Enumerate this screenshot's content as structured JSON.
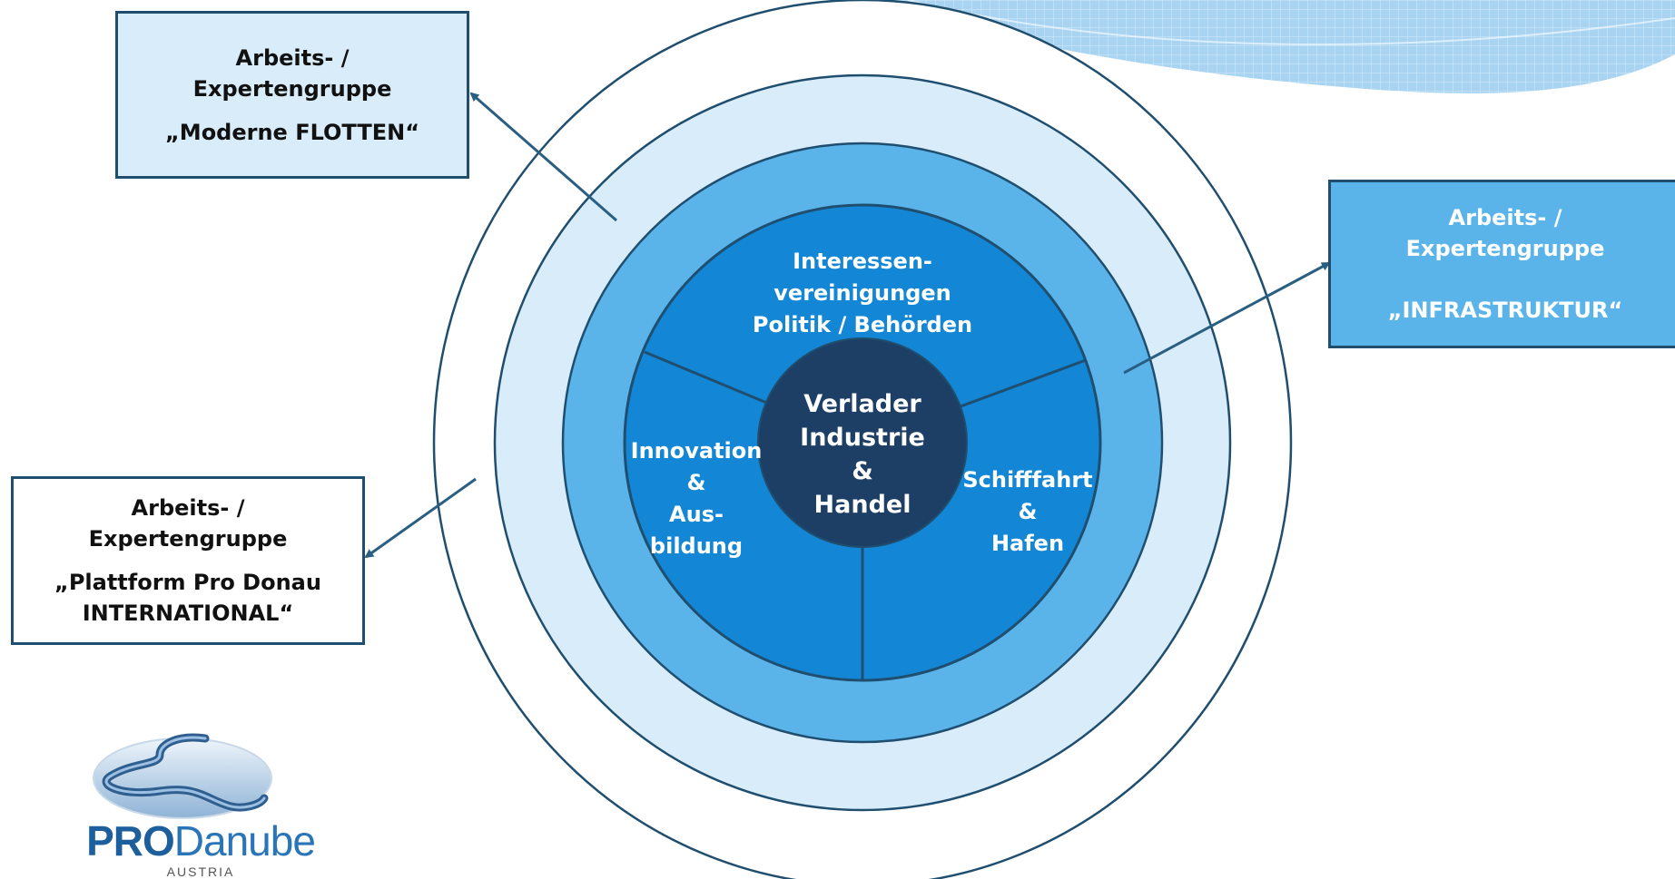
{
  "boxes": {
    "flotten": {
      "line1": "Arbeits- /",
      "line2": "Expertengruppe",
      "line3": "„Moderne FLOTTEN“"
    },
    "infrastruktur": {
      "line1": "Arbeits- /",
      "line2": "Expertengruppe",
      "line3": "„INFRASTRUKTUR“"
    },
    "international": {
      "line1": "Arbeits- /",
      "line2": "Expertengruppe",
      "line3": "„Plattform Pro Donau",
      "line4": "INTERNATIONAL“"
    }
  },
  "segments": {
    "top": {
      "line1": "Interessen-",
      "line2": "vereinigungen",
      "line3": "Politik / Behörden"
    },
    "left": {
      "line1": "Innovation",
      "line2": "&",
      "line3": "Aus-",
      "line4": "bildung"
    },
    "right": {
      "line1": "Schifffahrt",
      "line2": "&",
      "line3": "Hafen"
    }
  },
  "core": {
    "line1": "Verlader",
    "line2": "Industrie",
    "line3": "&",
    "line4": "Handel"
  },
  "logo": {
    "word_pro": "PRO",
    "word_danube": "Danube",
    "sub": "AUSTRIA"
  },
  "colors": {
    "outer_ring": "#d8ecfa",
    "middle_ring": "#5ab4ea",
    "segments": "#1386d6",
    "core": "#1d3f66",
    "lines": "#1f4e6e",
    "arrows": "#2a5f82",
    "banner": "#a8d4f2"
  }
}
